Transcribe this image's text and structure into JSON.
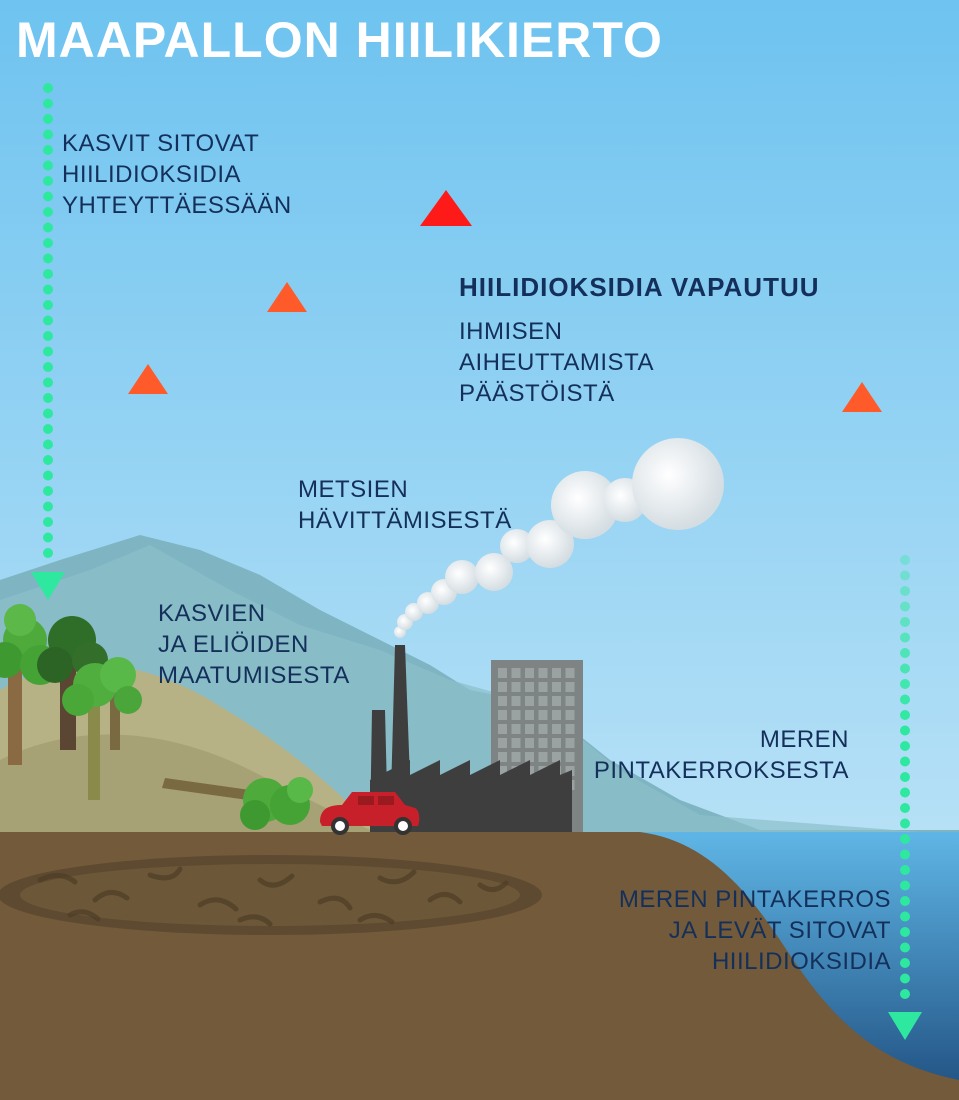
{
  "title": "MAAPALLON HIILIKIERTO",
  "labels": {
    "plants_bind": [
      "KASVIT SITOVAT",
      "HIILIDIOKSIDIA",
      "YHTEYTTÄESSÄÄN"
    ],
    "release_heading": "HIILIDIOKSIDIA VAPAUTUU",
    "human_emissions": [
      "IHMISEN",
      "AIHEUTTAMISTA",
      "PÄÄSTÖISTÄ"
    ],
    "deforestation": [
      "METSIEN",
      "HÄVITTÄMISESTÄ"
    ],
    "decomposition": [
      "KASVIEN",
      "JA ELIÖIDEN",
      "MAATUMISESTA"
    ],
    "ocean_surface_release": [
      "MEREN",
      "PINTAKERROKSESTA"
    ],
    "ocean_bind": [
      "MEREN PINTAKERROS",
      "JA LEVÄT SITOVAT",
      "HIILIDIOKSIDIA"
    ]
  },
  "colors": {
    "sky_top": "#6ec3f0",
    "sky_bottom": "#cdeaf8",
    "title": "#ffffff",
    "label_text": "#14305a",
    "release_arrow_orange": "#ff5a2a",
    "release_arrow_red": "#ff1a1a",
    "absorb_arrow_green": "#2ee8a0",
    "ground": "#725a3a",
    "ocean": "#2b80b8",
    "car": "#c8202a",
    "factory": "#3e3e3e"
  },
  "flows": [
    {
      "id": "plants_bind",
      "direction": "down",
      "style": "dotted",
      "color": "#2ee8a0"
    },
    {
      "id": "decomposition",
      "direction": "up",
      "style": "dashed",
      "color": "#ff5a2a"
    },
    {
      "id": "deforestation",
      "direction": "up",
      "style": "dashed",
      "color": "#ff5a2a"
    },
    {
      "id": "human_emissions",
      "direction": "up",
      "style": "dashed",
      "color": "#ff1a1a"
    },
    {
      "id": "ocean_surface_release",
      "direction": "up",
      "style": "dashed",
      "color": "#ff5a2a"
    },
    {
      "id": "ocean_bind",
      "direction": "down",
      "style": "dotted",
      "color": "#2ee8a0"
    }
  ]
}
